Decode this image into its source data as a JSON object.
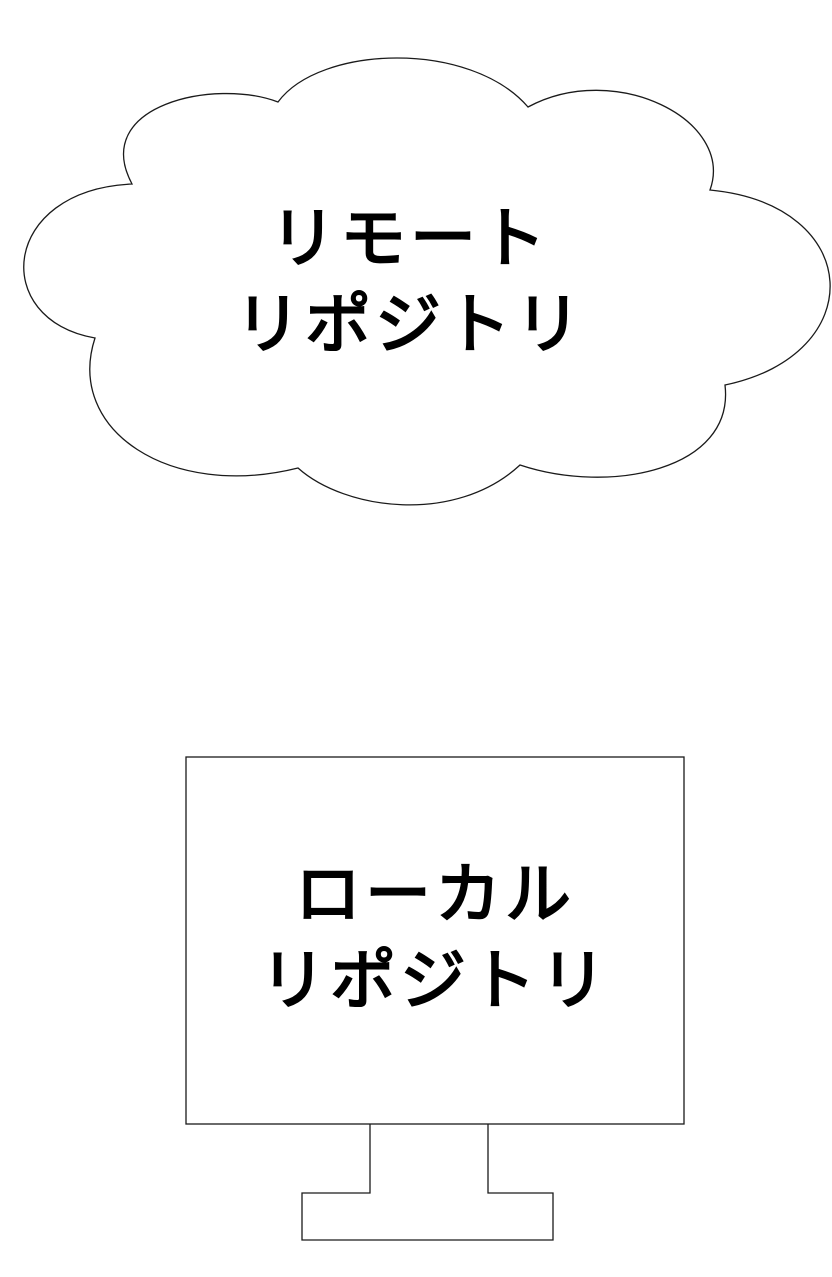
{
  "diagram": {
    "remote": {
      "shape": "cloud",
      "label_lines": [
        "リモート",
        "リポジトリ"
      ]
    },
    "local": {
      "shape": "monitor",
      "label_lines": [
        "ローカル",
        "リポジトリ"
      ]
    },
    "stroke_color": "#1a1a1a",
    "background_color": "#ffffff"
  }
}
